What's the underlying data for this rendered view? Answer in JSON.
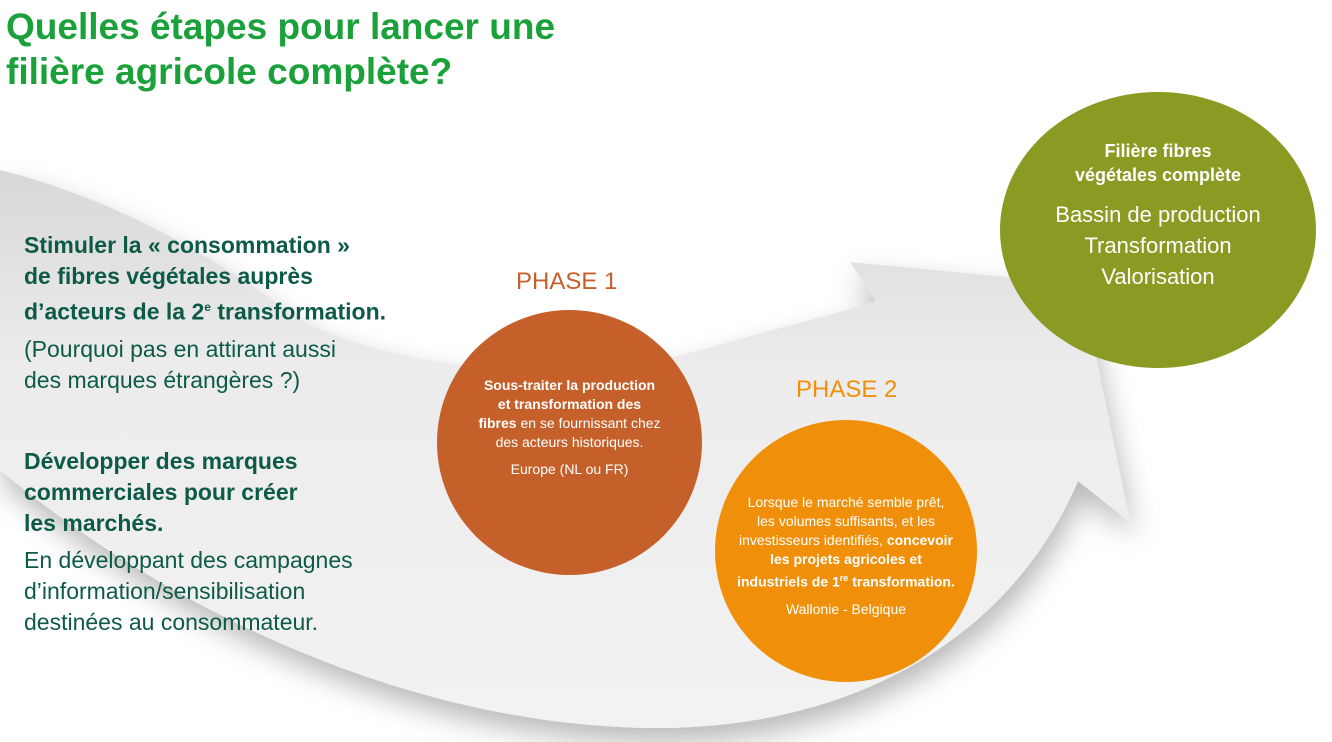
{
  "title": {
    "line1": "Quelles étapes pour lancer une",
    "line2": "filière agricole complète?"
  },
  "left": {
    "block1": {
      "heading": [
        "Stimuler la « consommation »",
        "de fibres végétales auprès",
        "d’acteurs de la 2",
        "e",
        " transformation."
      ],
      "text": [
        "(Pourquoi pas en attirant aussi",
        "des marques étrangères ?)"
      ]
    },
    "block2": {
      "heading": [
        "Développer des marques",
        "commerciales pour créer",
        "les marchés."
      ],
      "text": [
        "En développant des campagnes",
        "d’information/sensibilisation",
        "destinées au consommateur."
      ]
    }
  },
  "phase1": {
    "label": "PHASE 1",
    "bold": "Sous-traiter la production et transformation des fibres",
    "text": " en se fournissant chez des acteurs historiques.",
    "location": "Europe (NL ou FR)"
  },
  "phase2": {
    "label": "PHASE 2",
    "text": "Lorsque le marché semble prêt, les volumes suffisants, et les investisseurs identifiés, ",
    "bold": "concevoir les projets agricoles et industriels de 1",
    "sup": "re",
    "bold2": " transformation.",
    "location": "Wallonie - Belgique"
  },
  "goal": {
    "title": [
      "Filière fibres",
      "végétales complète"
    ],
    "items": [
      "Bassin de production",
      "Transformation",
      "Valorisation"
    ]
  },
  "colors": {
    "title": "#1aa13a",
    "text": "#0d5a48",
    "phase1": "#c6602a",
    "phase2": "#f0900a",
    "goal": "#8a9a22"
  }
}
